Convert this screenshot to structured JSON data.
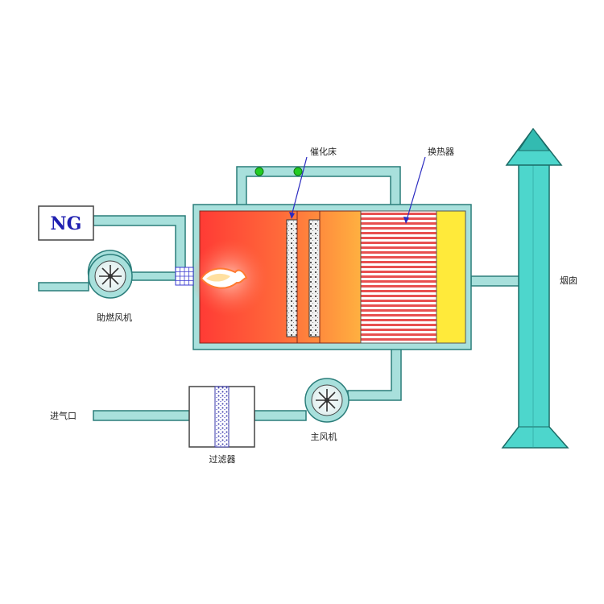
{
  "labels": {
    "ng": "NG",
    "combustion_fan": "助燃风机",
    "catalytic_bed": "催化床",
    "heat_exchanger": "换热器",
    "chimney": "烟囱",
    "air_inlet": "进气口",
    "filter": "过滤器",
    "main_fan": "主风机"
  },
  "colors": {
    "pipe": "#a8e0dc",
    "pipe_edge": "#2a7d7a",
    "chimney": "#4dd6cc",
    "chimney_edge": "#1b6b66",
    "indicator_light": "#22cc22",
    "heat_exchanger_stripe": "#e04848",
    "outlet_section": "#ffea3a",
    "chamber_hot": "#ff4a3a",
    "chamber_warm": "#ffb040"
  }
}
